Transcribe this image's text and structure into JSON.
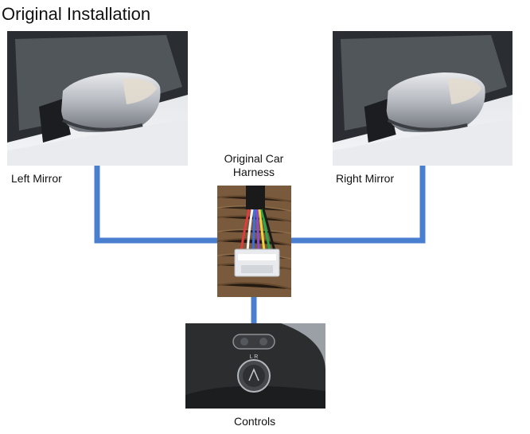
{
  "title": "Original Installation",
  "labels": {
    "left_mirror": "Left Mirror",
    "right_mirror": "Right Mirror",
    "harness_line1": "Original Car",
    "harness_line2": "Harness",
    "controls": "Controls"
  },
  "controls_panel_text": "L R",
  "colors": {
    "connector_line": "#4a7fd0",
    "mirror_body": "#b8bcc2",
    "wood": "#7a5a3c"
  }
}
